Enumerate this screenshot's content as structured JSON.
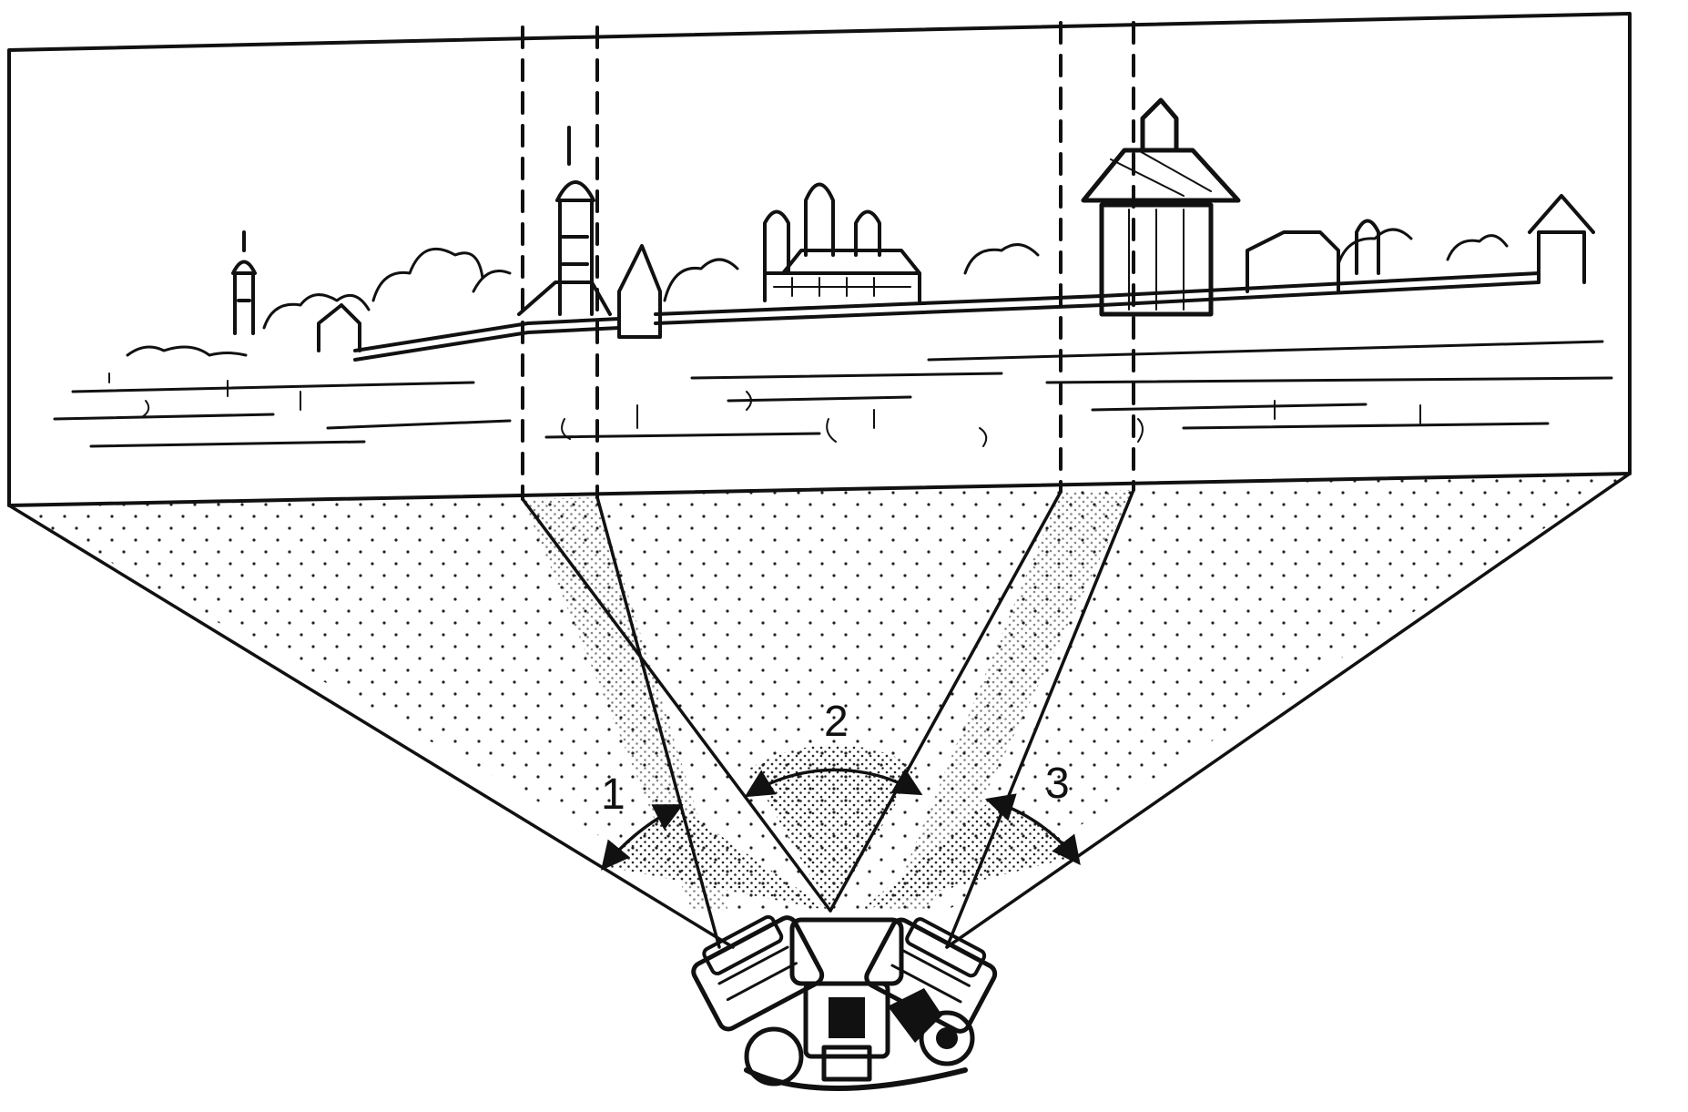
{
  "labels": {
    "angle_1": "1",
    "angle_2": "2",
    "angle_3": "3"
  },
  "colors": {
    "ink": "#111111",
    "paper": "#ffffff"
  },
  "icons": [
    "camera-icon",
    "tower-icon",
    "church-icon",
    "tree-icon"
  ]
}
